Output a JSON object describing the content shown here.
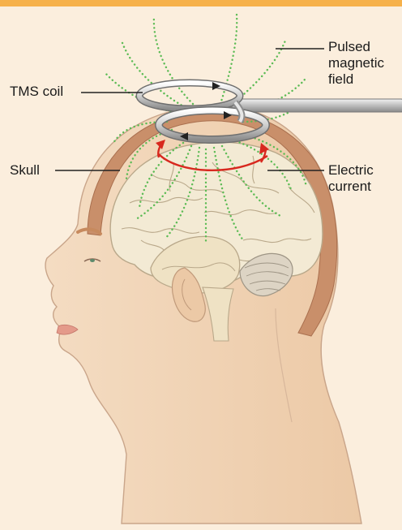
{
  "labels": {
    "pulsed_magnetic_field": "Pulsed magnetic field",
    "tms_coil": "TMS coil",
    "skull": "Skull",
    "electric_current": "Electric current"
  },
  "colors": {
    "background": "#fbeedd",
    "top_bar": "#f6b14a",
    "skin": "#f4ddc4",
    "skull": "#c98f6a",
    "brain": "#f3ead4",
    "magnetic_field": "#5cbb54",
    "electric_current": "#d8281e",
    "coil": "#d8d8d8"
  }
}
